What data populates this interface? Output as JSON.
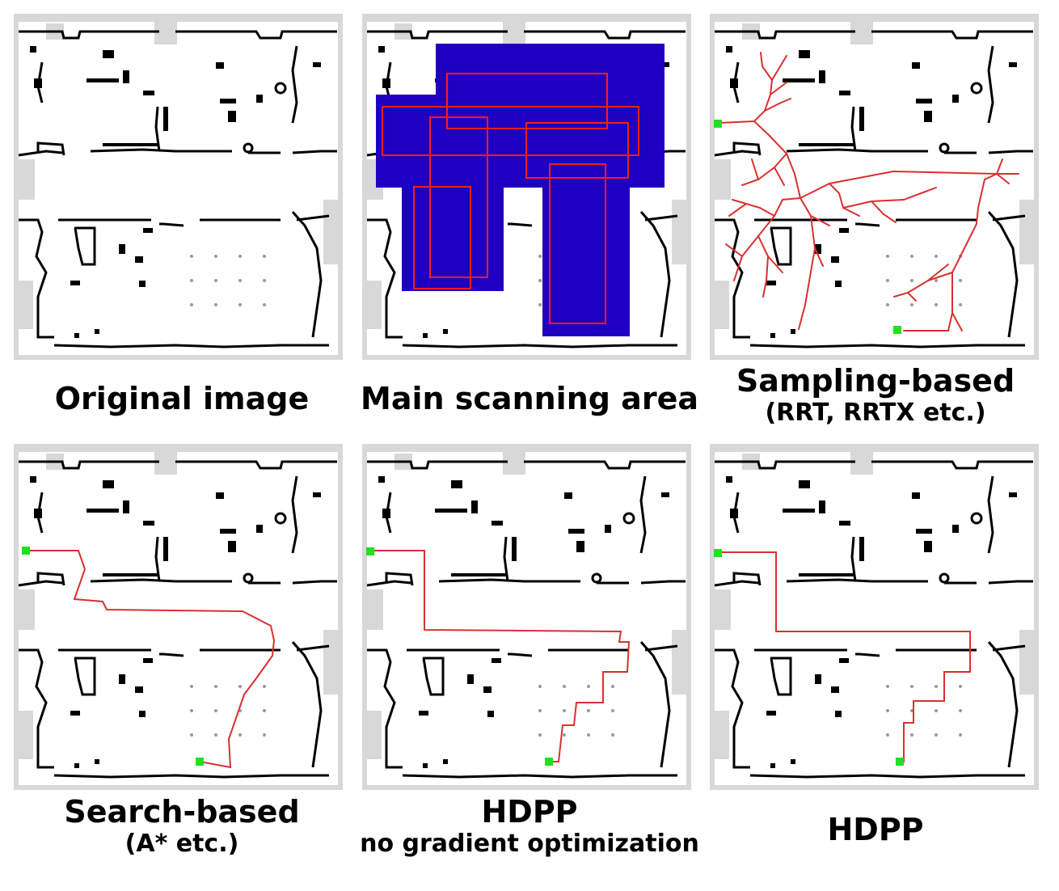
{
  "panels": [
    {
      "caption": "Original image",
      "overlay": "none"
    },
    {
      "caption": "Main scanning area",
      "overlay": "scan"
    },
    {
      "caption": "Sampling-based",
      "subcaption": "(RRT, RRTX etc.)",
      "overlay": "tree"
    },
    {
      "caption": "Search-based",
      "subcaption": "(A* etc.)",
      "overlay": "path-astar"
    },
    {
      "caption": "HDPP",
      "subcaption": "no gradient optimization",
      "overlay": "path-hdpp-nograd"
    },
    {
      "caption": "HDPP",
      "overlay": "path-hdpp"
    }
  ],
  "colors": {
    "scan_area": "#1f00c0",
    "scan_rect": "#ff1a1a",
    "path": "#d93030",
    "endpoint": "#20e020",
    "wall": "#000000",
    "unknown": "#d8d8d8"
  }
}
